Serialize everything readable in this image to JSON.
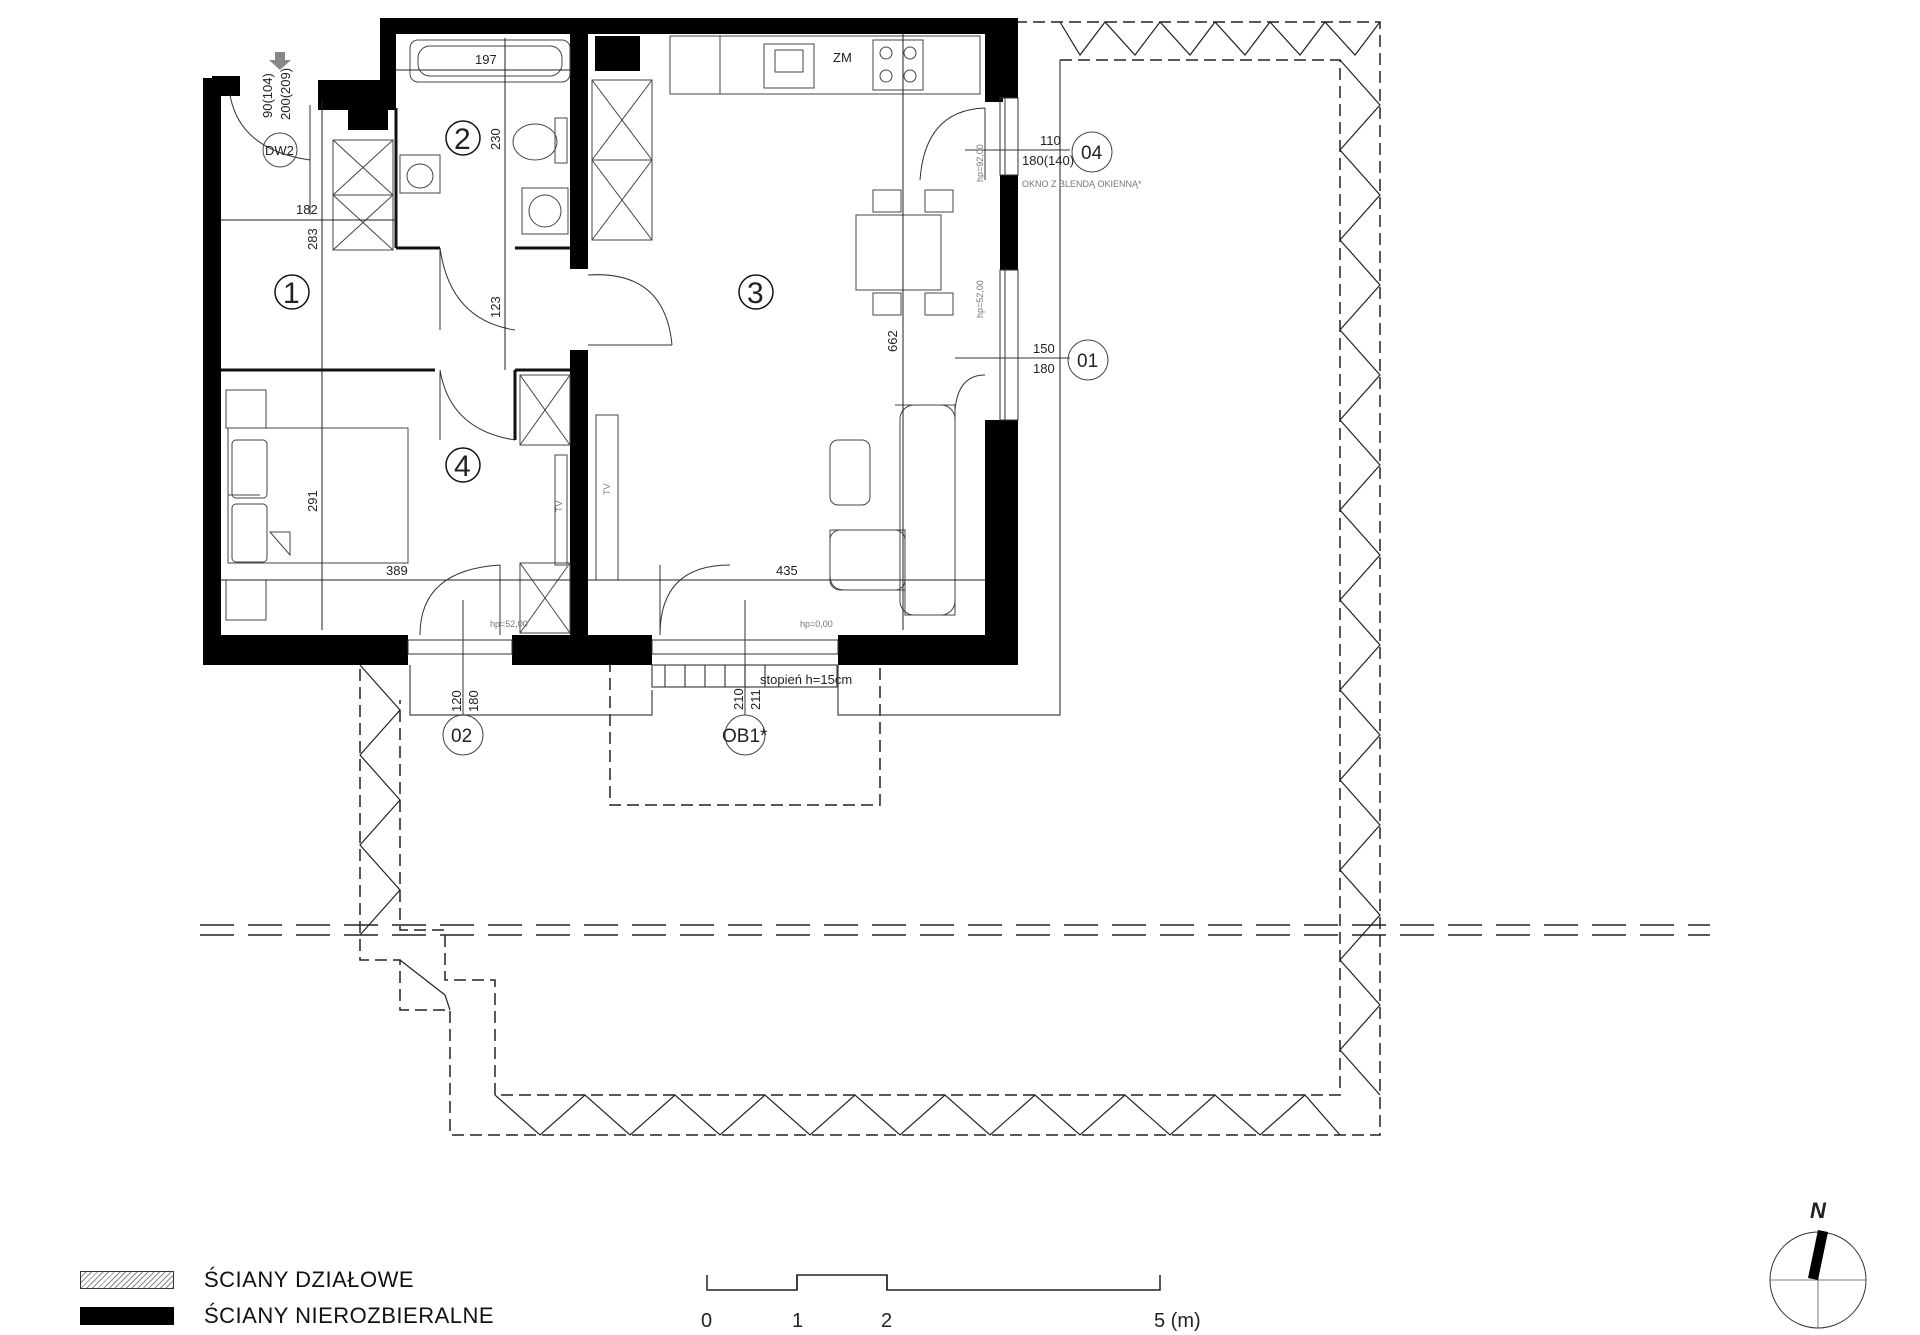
{
  "rooms": [
    "1",
    "2",
    "3",
    "4"
  ],
  "dimensions": {
    "d182": "182",
    "d283": "283",
    "d197": "197",
    "d230": "230",
    "d123": "123",
    "d291": "291",
    "d389": "389",
    "d435": "435",
    "d662": "662"
  },
  "openings": {
    "dw2_tag": "DW2",
    "dw2_w": "90(104)",
    "dw2_h": "200(209)",
    "o04_tag": "04",
    "o04_w": "110",
    "o04_h": "180(140)",
    "o04_note": "OKNO Z BLENDĄ OKIENNĄ*",
    "o01_tag": "01",
    "o01_w": "150",
    "o01_h": "180",
    "o02_tag": "02",
    "o02_w": "120",
    "o02_h": "180",
    "ob1_tag": "OB1*",
    "ob1_w": "210",
    "ob1_h": "211",
    "hp_o02": "hp=52,00",
    "hp_ob1": "hp=0,00",
    "hp_o04": "hp=92,00",
    "hp_o01": "hp=52,00"
  },
  "labels": {
    "zm": "ZM",
    "tv_left": "TV",
    "tv_right": "TV",
    "step": "stopień h=15cm"
  },
  "legend": {
    "partition_walls": "ŚCIANY DZIAŁOWE",
    "structural_walls": "ŚCIANY NIEROZBIERALNE"
  },
  "scale": {
    "t0": "0",
    "t1": "1",
    "t2": "2",
    "t5": "5 (m)"
  },
  "north": "N"
}
